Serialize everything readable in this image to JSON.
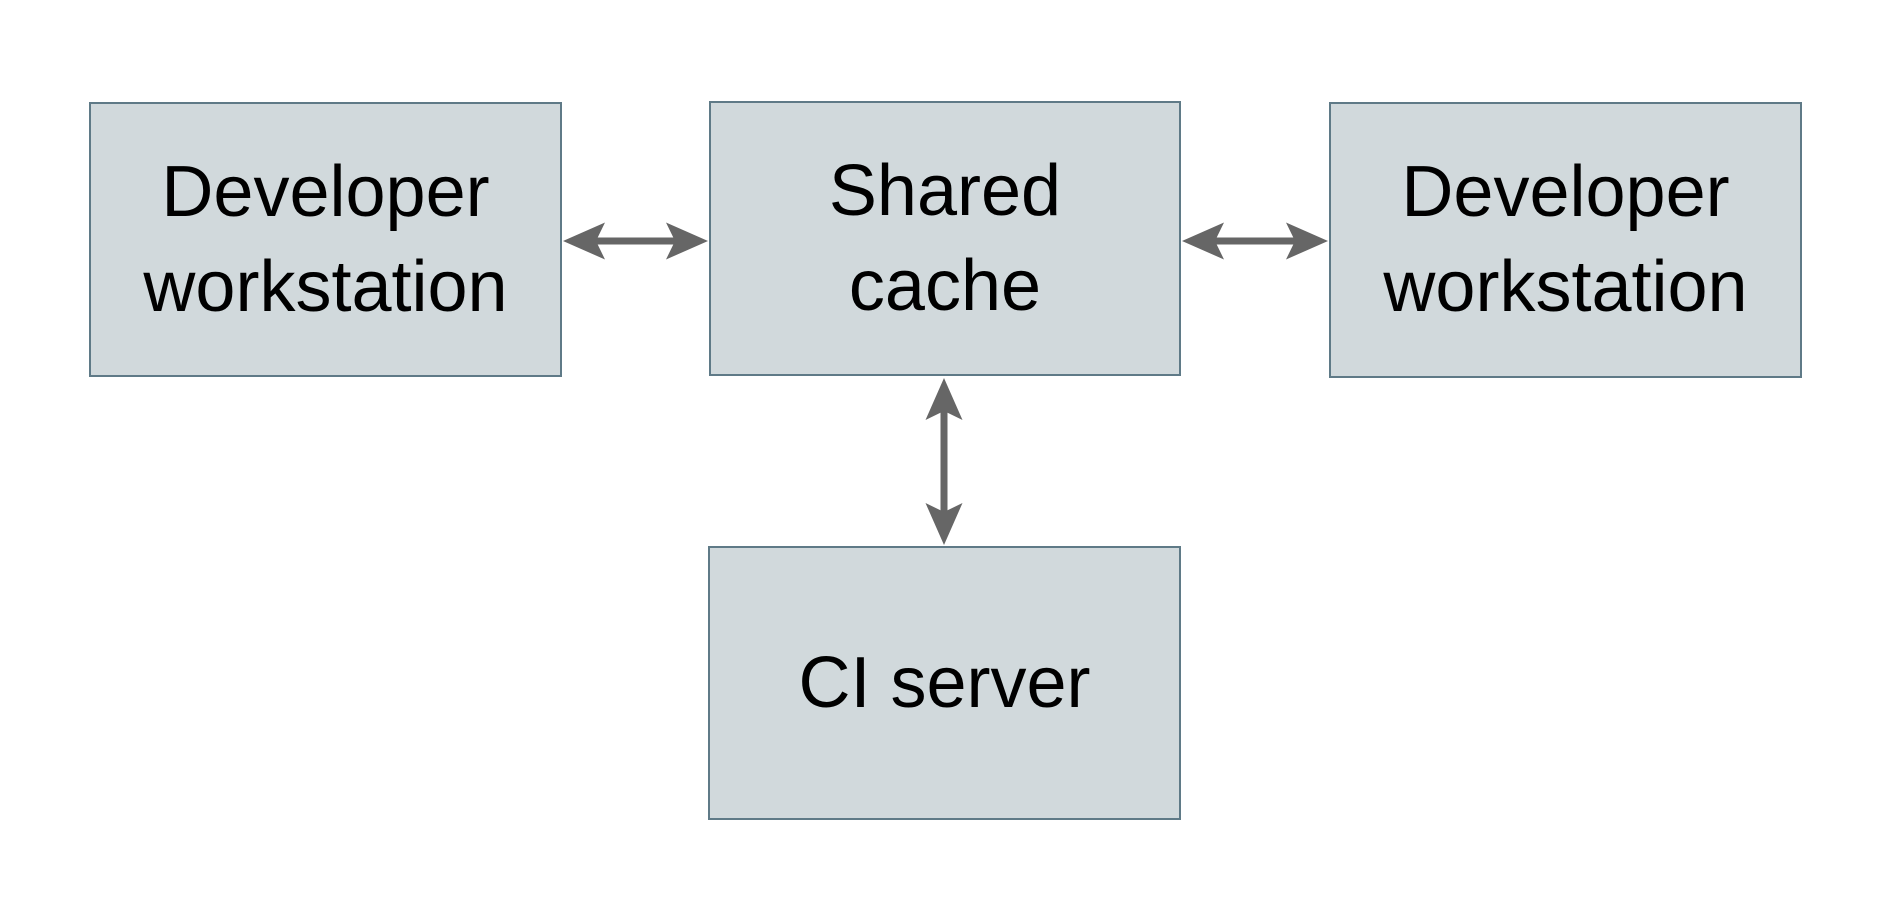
{
  "diagram": {
    "type": "architecture-diagram",
    "nodes": {
      "dev_workstation_left": {
        "line1": "Developer",
        "line2": "workstation"
      },
      "shared_cache": {
        "line1": "Shared",
        "line2": "cache"
      },
      "dev_workstation_right": {
        "line1": "Developer",
        "line2": "workstation"
      },
      "ci_server": {
        "line1": "CI server"
      }
    },
    "edges": [
      {
        "from": "dev_workstation_left",
        "to": "shared_cache",
        "direction": "bidirectional",
        "orientation": "horizontal"
      },
      {
        "from": "shared_cache",
        "to": "dev_workstation_right",
        "direction": "bidirectional",
        "orientation": "horizontal"
      },
      {
        "from": "shared_cache",
        "to": "ci_server",
        "direction": "bidirectional",
        "orientation": "vertical"
      }
    ]
  },
  "colors": {
    "background": "#ffffff",
    "box_fill": "#d1d9dc",
    "box_border": "#5f7a87",
    "arrow": "#666666",
    "text": "#000000"
  }
}
